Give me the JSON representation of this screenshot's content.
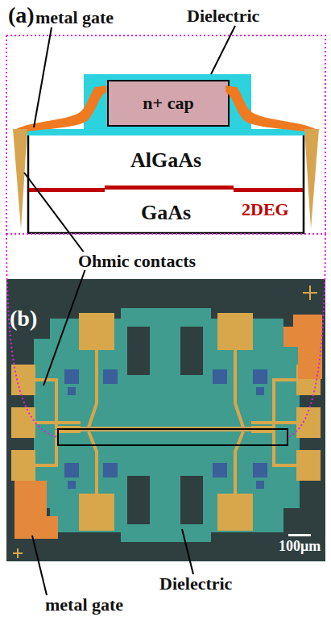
{
  "diagram": {
    "nodes": [
      {
        "text": [
          "n+ cap"
        ]
      },
      {
        "text": [
          "AlGaAs"
        ]
      },
      {
        "text": [
          "GaAs"
        ]
      }
    ],
    "labels": [
      "(a)",
      "metal gate",
      "Dielectric",
      "2DEG",
      "Ohmic contacts",
      "(b)",
      "100μm",
      "Dielectric",
      "metal gate"
    ]
  }
}
